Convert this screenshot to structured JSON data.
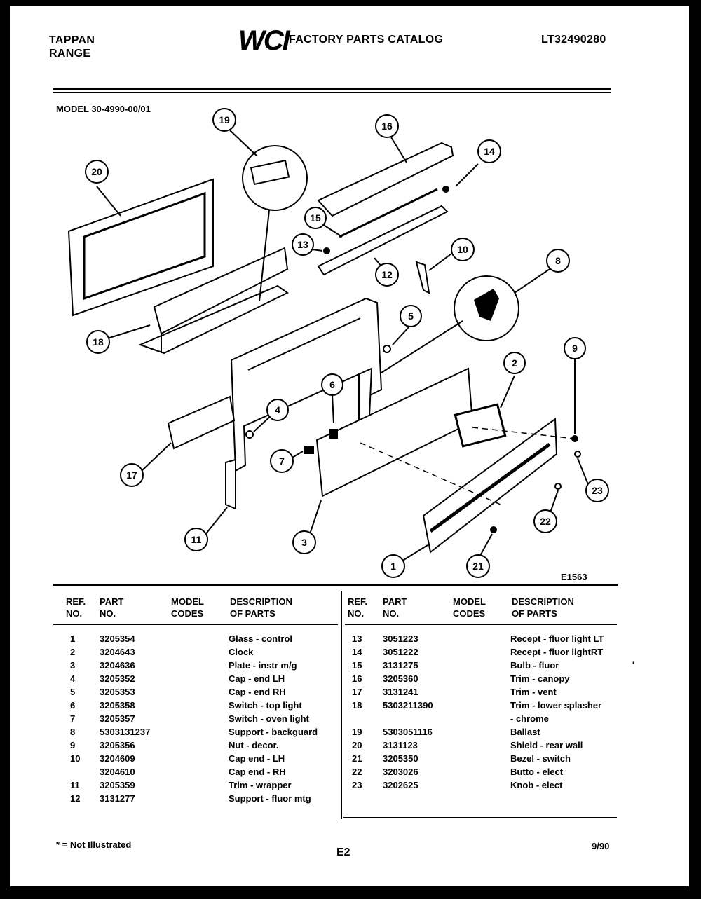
{
  "header": {
    "brand_line1": "TAPPAN",
    "brand_line2": "RANGE",
    "logo": "WCI",
    "catalog_title": "FACTORY PARTS CATALOG",
    "catalog_number": "LT32490280"
  },
  "model_line": "MODEL 30-4990-00/01",
  "figure_id": "E1563",
  "callouts": [
    "1",
    "2",
    "3",
    "4",
    "5",
    "6",
    "7",
    "8",
    "9",
    "10",
    "11",
    "12",
    "13",
    "14",
    "15",
    "16",
    "17",
    "18",
    "19",
    "20",
    "21",
    "22",
    "23"
  ],
  "table": {
    "headers": {
      "ref_line1": "REF.",
      "ref_line2": "NO.",
      "part_line1": "PART",
      "part_line2": "NO.",
      "model_line1": "MODEL",
      "model_line2": "CODES",
      "desc_line1": "DESCRIPTION",
      "desc_line2": "OF PARTS"
    },
    "left_rows": [
      {
        "ref": "1",
        "part": "3205354",
        "desc": "Glass - control"
      },
      {
        "ref": "2",
        "part": "3204643",
        "desc": "Clock"
      },
      {
        "ref": "3",
        "part": "3204636",
        "desc": "Plate - instr m/g"
      },
      {
        "ref": "4",
        "part": "3205352",
        "desc": "Cap - end LH"
      },
      {
        "ref": "5",
        "part": "3205353",
        "desc": "Cap - end RH"
      },
      {
        "ref": "6",
        "part": "3205358",
        "desc": "Switch - top light"
      },
      {
        "ref": "7",
        "part": "3205357",
        "desc": "Switch - oven light"
      },
      {
        "ref": "8",
        "part": "5303131237",
        "desc": "Support - backguard"
      },
      {
        "ref": "9",
        "part": "3205356",
        "desc": "Nut - decor."
      },
      {
        "ref": "10",
        "part": "3204609",
        "desc": "Cap end - LH"
      },
      {
        "ref": "",
        "part": "3204610",
        "desc": "Cap end - RH"
      },
      {
        "ref": "11",
        "part": "3205359",
        "desc": "Trim - wrapper"
      },
      {
        "ref": "12",
        "part": "3131277",
        "desc": "Support - fluor mtg"
      }
    ],
    "right_rows": [
      {
        "ref": "13",
        "part": "3051223",
        "desc": "Recept - fluor light LT"
      },
      {
        "ref": "14",
        "part": "3051222",
        "desc": "Recept - fluor lightRT"
      },
      {
        "ref": "15",
        "part": "3131275",
        "desc": "Bulb - fluor"
      },
      {
        "ref": "16",
        "part": "3205360",
        "desc": "Trim - canopy"
      },
      {
        "ref": "17",
        "part": "3131241",
        "desc": "Trim - vent"
      },
      {
        "ref": "18",
        "part": "5303211390",
        "desc": "Trim - lower splasher"
      },
      {
        "ref": "",
        "part": "",
        "desc": "- chrome"
      },
      {
        "ref": "19",
        "part": "5303051116",
        "desc": "Ballast"
      },
      {
        "ref": "20",
        "part": "3131123",
        "desc": "Shield - rear wall"
      },
      {
        "ref": "21",
        "part": "3205350",
        "desc": "Bezel - switch"
      },
      {
        "ref": "22",
        "part": "3203026",
        "desc": "Butto   - elect"
      },
      {
        "ref": "23",
        "part": "3202625",
        "desc": "Knob - elect"
      }
    ]
  },
  "stray_mark": "'",
  "footer": {
    "note": "* = Not Illustrated",
    "page": "E2",
    "date": "9/90"
  }
}
